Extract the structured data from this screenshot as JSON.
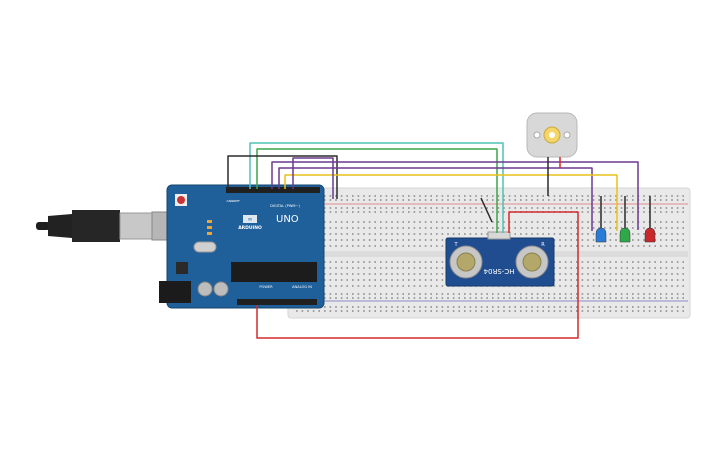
{
  "arduino": {
    "brand_label": "UNO",
    "logo_text": "ARDUINO",
    "digital_header_label": "DIGITAL (PWM~)",
    "power_label": "POWER",
    "analog_label": "ANALOG IN",
    "aref_label": "AREF",
    "gnd_label": "GND"
  },
  "sensor": {
    "model_label": "HC-SR04",
    "left_mark": "T",
    "right_mark": "R"
  },
  "leds": [
    {
      "color": "#2a7bd6",
      "name": "blue"
    },
    {
      "color": "#2fa84a",
      "name": "green"
    },
    {
      "color": "#c8282a",
      "name": "red"
    }
  ],
  "colors": {
    "board_blue": "#1f5f9a",
    "breadboard": "#e9e9e9",
    "wire_red": "#d42a2a",
    "wire_black": "#2b2b2b",
    "wire_green": "#3aa64a",
    "wire_teal": "#4fc2b4",
    "wire_purple": "#6b3a8f",
    "wire_yellow": "#e8c21a"
  }
}
